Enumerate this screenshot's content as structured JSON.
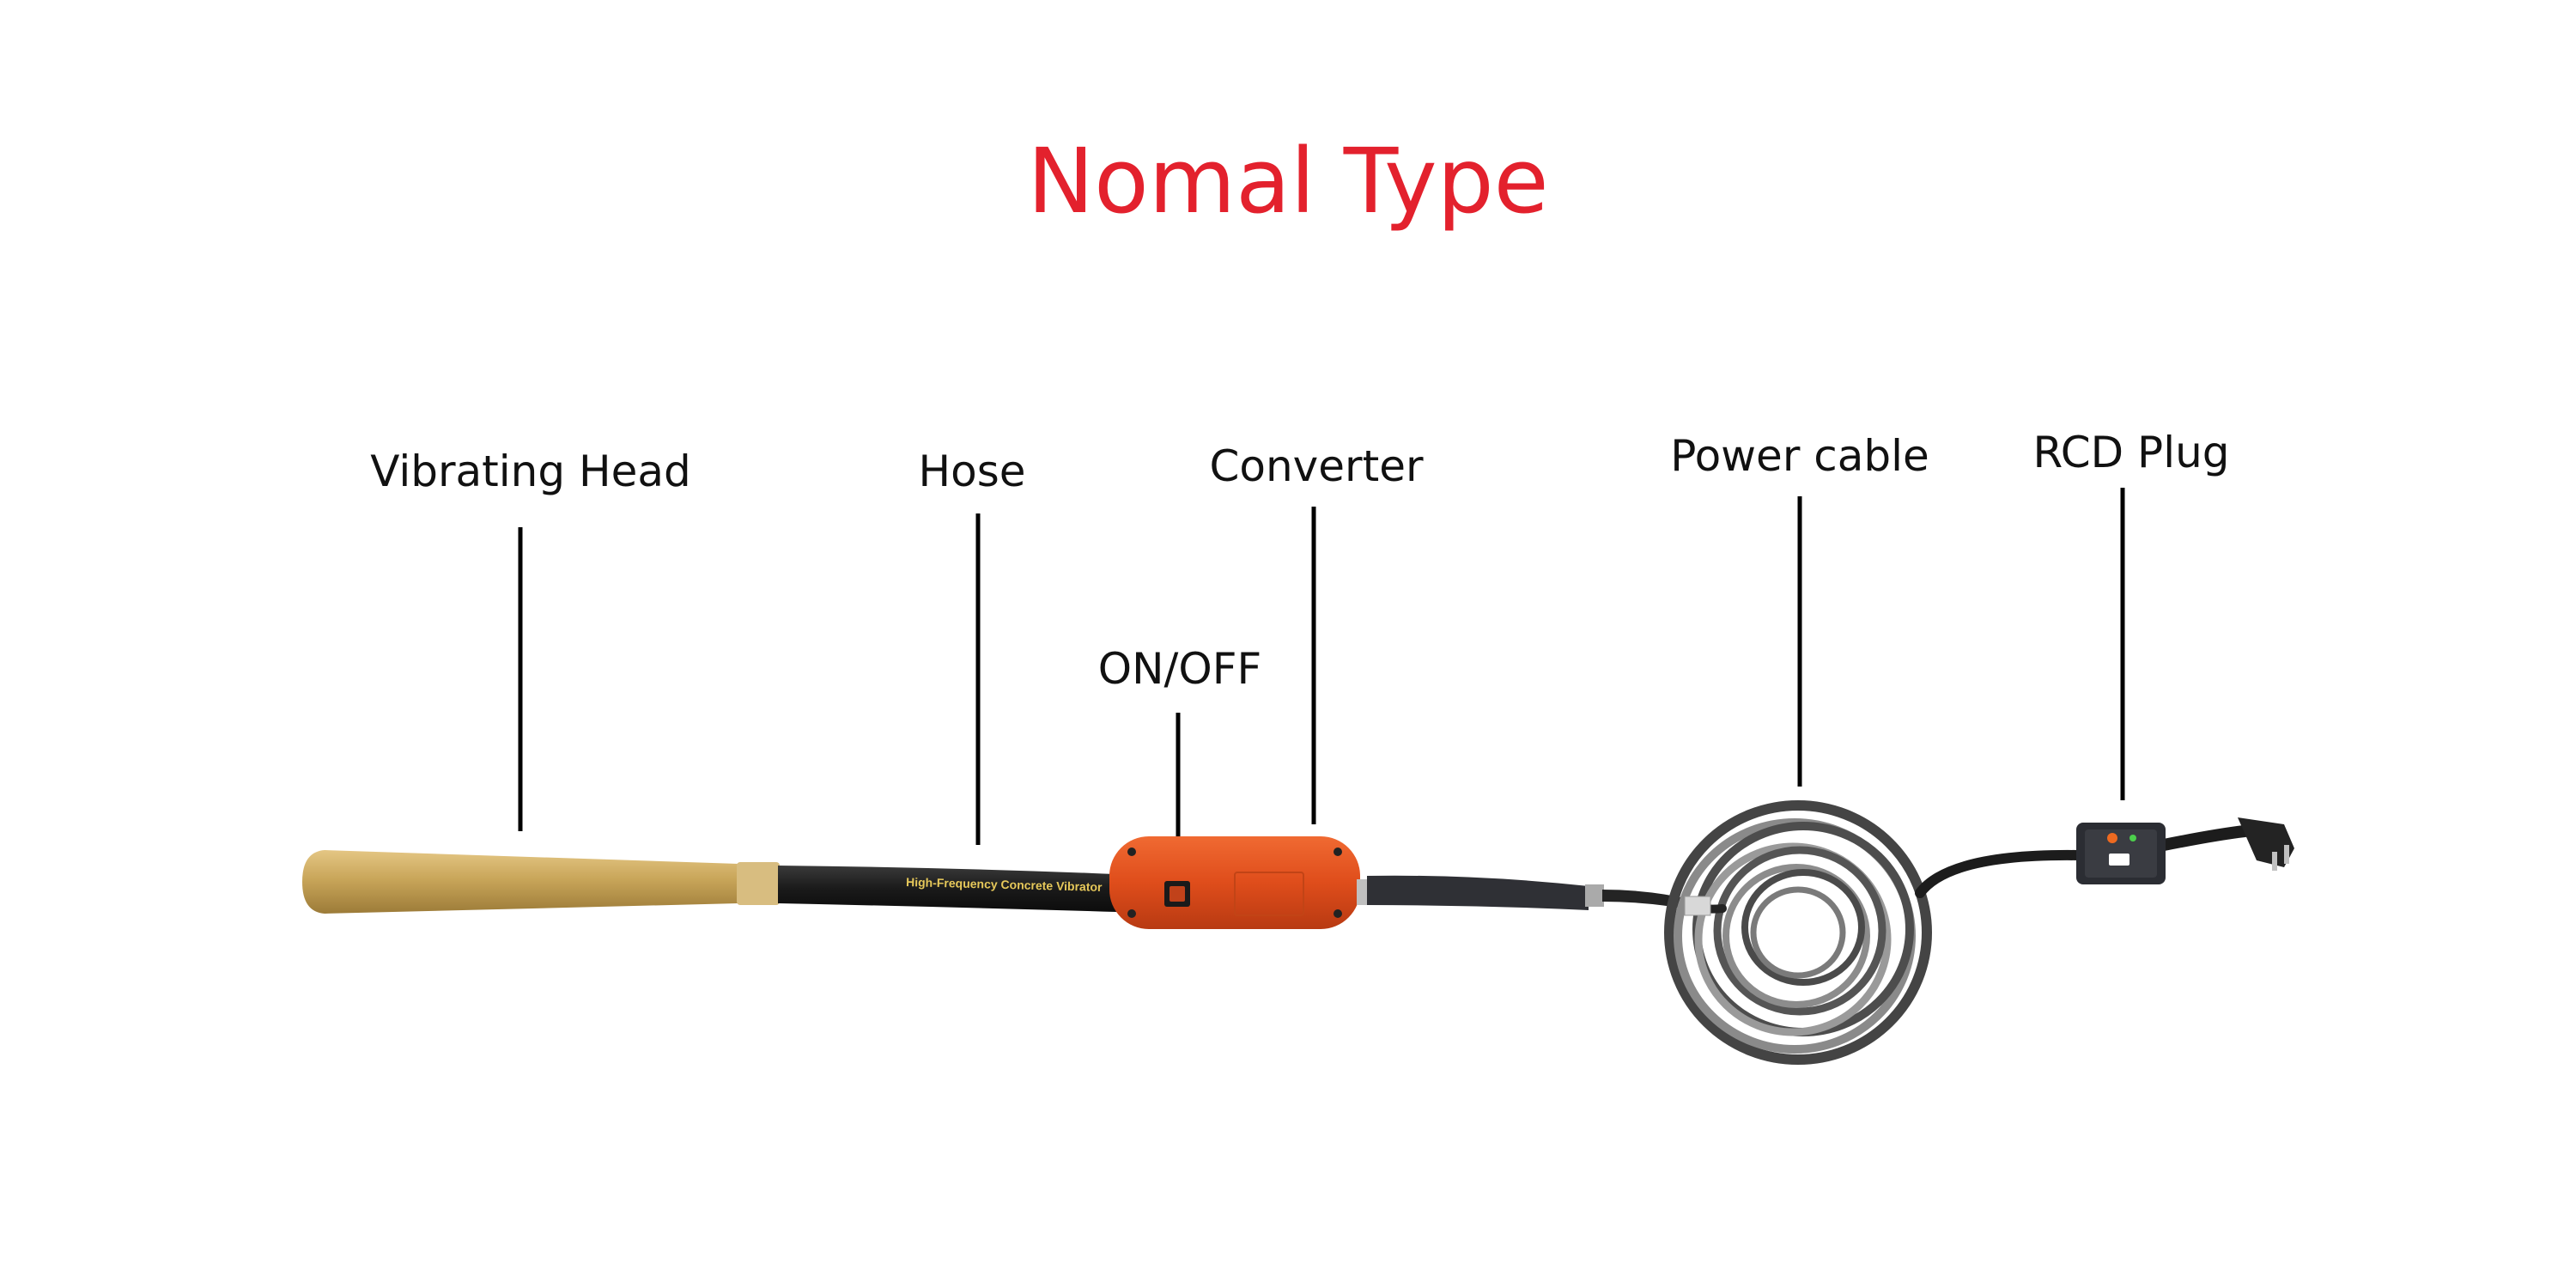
{
  "title": "Nomal Type",
  "labels": {
    "vibrating_head": "Vibrating Head",
    "hose": "Hose",
    "converter": "Converter",
    "on_off": "ON/OFF",
    "power_cable": "Power cable",
    "rcd_plug": "RCD Plug"
  },
  "hose_print": "High-Frequency  Concrete  Vibrator",
  "colors": {
    "title": "#e3212d",
    "head": "#c9a65a",
    "converter": "#e0501e",
    "hose": "#1e1e1e",
    "cable": "#5a5a5a"
  }
}
